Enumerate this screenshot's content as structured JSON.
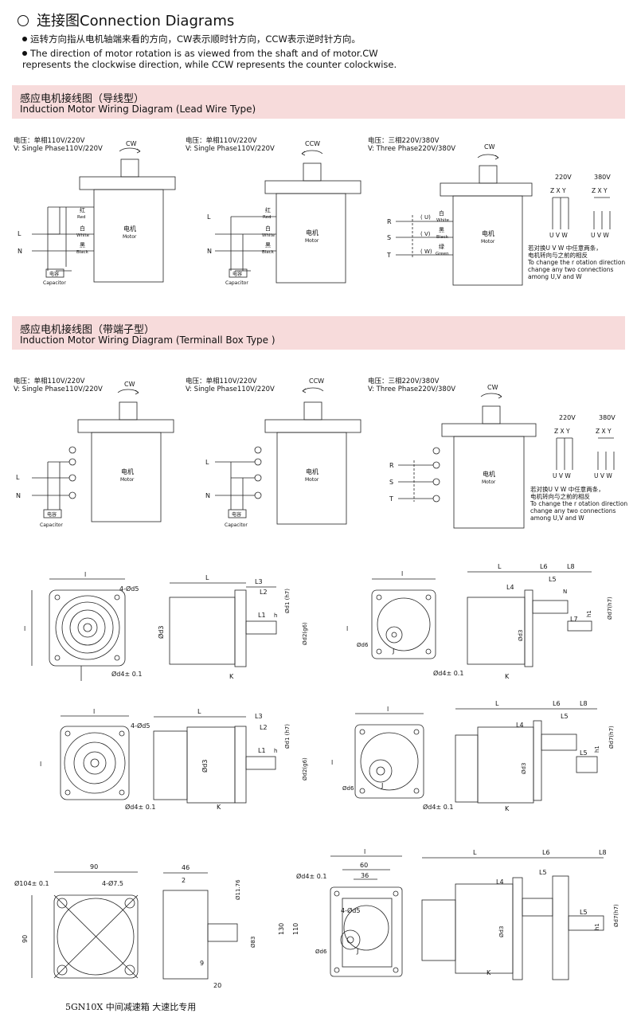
{
  "header": {
    "title": "连接图Connection Diagrams",
    "bullet_cn": "运转方向指从电机轴端来看的方向，CW表示顺时针方向，CCW表示逆时针方向。",
    "bullet_en_1": "The direction of motor rotation is as viewed from the shaft and of motor.CW",
    "bullet_en_2": "represents the clockwise direction, while CCW represents the counter colockwise."
  },
  "section_lead": {
    "title_cn": "感应电机接线图（导线型）",
    "title_en": "Induction Motor Wiring Diagram (Lead Wire Type)"
  },
  "section_terminal": {
    "title_cn": "感应电机接线图（带端子型）",
    "title_en": "Induction Motor Wiring Diagram (Terminall Box Type )"
  },
  "volt": {
    "single_cn": "电压：单相110V/220V",
    "single_en": "V: Single Phase110V/220V",
    "three_cn": "电压：三相220V/380V",
    "three_en_a": "V: Three Phase220V/380V",
    "three_en_b": "V: Three Phase220V/380V"
  },
  "dir": {
    "cw": "CW",
    "ccw": "CCW"
  },
  "motor": {
    "cn": "电机",
    "en": "Motor"
  },
  "cap": {
    "cn": "电容",
    "en": "Capacitor"
  },
  "wires": {
    "red_cn": "红",
    "red_en": "Red",
    "white_cn": "白",
    "white_en": "White",
    "black_cn": "黑",
    "black_en": "Black",
    "green_cn": "绿",
    "green_en": "Green"
  },
  "lines": {
    "L": "L",
    "N": "N",
    "R": "R",
    "S": "S",
    "T": "T",
    "U": "( U)",
    "V": "( V)",
    "W": "( W)"
  },
  "connect": {
    "v220": "220V",
    "v380": "380V",
    "zxy": "Z X Y",
    "uvw": "U V W",
    "note_cn_1": "若对换U V W 中任意两条，",
    "note_cn_2": "电机转向与之前的相反",
    "note_en_1": "To change the r otation direction",
    "note_en_2": "change  any two connections",
    "note_en_3": "among U,V and W"
  },
  "dims": {
    "l": "l",
    "L": "L",
    "L1": "L1",
    "L2": "L2",
    "L3": "L3",
    "L4": "L4",
    "L5": "L5",
    "L6": "L6",
    "L7": "L7",
    "L8": "L8",
    "K": "K",
    "J": "J",
    "h": "h",
    "h1": "h1",
    "N": "N",
    "hole4": "4-Ød5",
    "d3": "Ød3",
    "d4": "Ød4± 0.1",
    "d6": "Ød6",
    "d1": "Ød1 (h7)",
    "d2": "Ød2(g6)",
    "d7": "Ød7(h7)",
    "v90a": "90",
    "v90b": "90",
    "d104": "Ø104± 0.1",
    "hole75": "4-Ø7.5",
    "v46": "46",
    "v2": "2",
    "v9": "9",
    "v20": "20",
    "d1176": "Ø11.76",
    "d83": "Ø83",
    "v60": "60",
    "v36": "36",
    "v130": "130",
    "v110": "110"
  },
  "footer": "5GN10X  中间减速箱  大速比专用"
}
